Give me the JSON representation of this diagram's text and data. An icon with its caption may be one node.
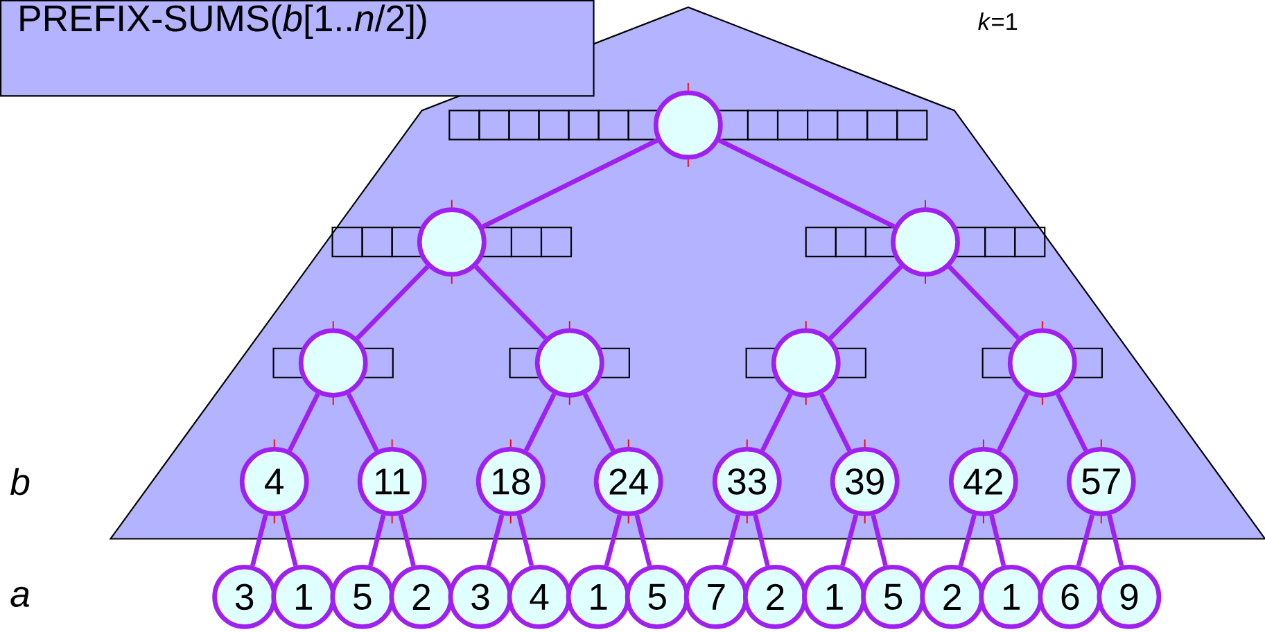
{
  "diagram": {
    "nodes": [
      {
        "text": [
          "PREFIX-SUMS(*b*[1..*n*/2])"
        ]
      },
      {
        "text": [],
        "shape": "circle"
      },
      {
        "text": [],
        "shape": "circle"
      },
      {
        "text": [],
        "shape": "circle"
      },
      {
        "text": [],
        "shape": "circle"
      },
      {
        "text": [],
        "shape": "circle"
      },
      {
        "text": [],
        "shape": "circle"
      },
      {
        "text": [],
        "shape": "circle"
      },
      {
        "text": [
          "4"
        ]
      },
      {
        "text": [
          "11"
        ]
      },
      {
        "text": [
          "18"
        ]
      },
      {
        "text": [
          "24"
        ]
      },
      {
        "text": [
          "33"
        ]
      },
      {
        "text": [
          "39"
        ]
      },
      {
        "text": [
          "42"
        ]
      },
      {
        "text": [
          "57"
        ]
      },
      {
        "text": [
          "3"
        ]
      },
      {
        "text": [
          "1"
        ]
      },
      {
        "text": [
          "5"
        ]
      },
      {
        "text": [
          "2"
        ]
      },
      {
        "text": [
          "3"
        ]
      },
      {
        "text": [
          "4"
        ]
      },
      {
        "text": [
          "1"
        ]
      },
      {
        "text": [
          "5"
        ]
      },
      {
        "text": [
          "7"
        ]
      },
      {
        "text": [
          "2"
        ]
      },
      {
        "text": [
          "1"
        ]
      },
      {
        "text": [
          "5"
        ]
      },
      {
        "text": [
          "2"
        ]
      },
      {
        "text": [
          "1"
        ]
      },
      {
        "text": [
          "6"
        ]
      },
      {
        "text": [
          "9"
        ]
      }
    ],
    "edges": [
      {
        "from": 1,
        "to": 2,
        "arrow": "none"
      },
      {
        "from": 1,
        "to": 3,
        "arrow": "none"
      },
      {
        "from": 2,
        "to": 4,
        "arrow": "none"
      },
      {
        "from": 2,
        "to": 5,
        "arrow": "none"
      },
      {
        "from": 3,
        "to": 6,
        "arrow": "none"
      },
      {
        "from": 3,
        "to": 7,
        "arrow": "none"
      },
      {
        "from": 4,
        "to": 8,
        "arrow": "none"
      },
      {
        "from": 4,
        "to": 9,
        "arrow": "none"
      },
      {
        "from": 5,
        "to": 10,
        "arrow": "none"
      },
      {
        "from": 5,
        "to": 11,
        "arrow": "none"
      },
      {
        "from": 6,
        "to": 12,
        "arrow": "none"
      },
      {
        "from": 6,
        "to": 13,
        "arrow": "none"
      },
      {
        "from": 7,
        "to": 14,
        "arrow": "none"
      },
      {
        "from": 7,
        "to": 15,
        "arrow": "none"
      },
      {
        "from": 8,
        "to": 16,
        "arrow": "none"
      },
      {
        "from": 8,
        "to": 17,
        "arrow": "none"
      },
      {
        "from": 9,
        "to": 18,
        "arrow": "none"
      },
      {
        "from": 9,
        "to": 19,
        "arrow": "none"
      },
      {
        "from": 10,
        "to": 20,
        "arrow": "none"
      },
      {
        "from": 10,
        "to": 21,
        "arrow": "none"
      },
      {
        "from": 11,
        "to": 22,
        "arrow": "none"
      },
      {
        "from": 11,
        "to": 23,
        "arrow": "none"
      },
      {
        "from": 12,
        "to": 24,
        "arrow": "none"
      },
      {
        "from": 12,
        "to": 25,
        "arrow": "none"
      },
      {
        "from": 13,
        "to": 26,
        "arrow": "none"
      },
      {
        "from": 13,
        "to": 27,
        "arrow": "none"
      },
      {
        "from": 14,
        "to": 28,
        "arrow": "none"
      },
      {
        "from": 14,
        "to": 29,
        "arrow": "none"
      },
      {
        "from": 15,
        "to": 30,
        "arrow": "none"
      },
      {
        "from": 15,
        "to": 31,
        "arrow": "none"
      }
    ],
    "labels": [
      "*k*=1",
      "*b*",
      "*a*"
    ]
  }
}
